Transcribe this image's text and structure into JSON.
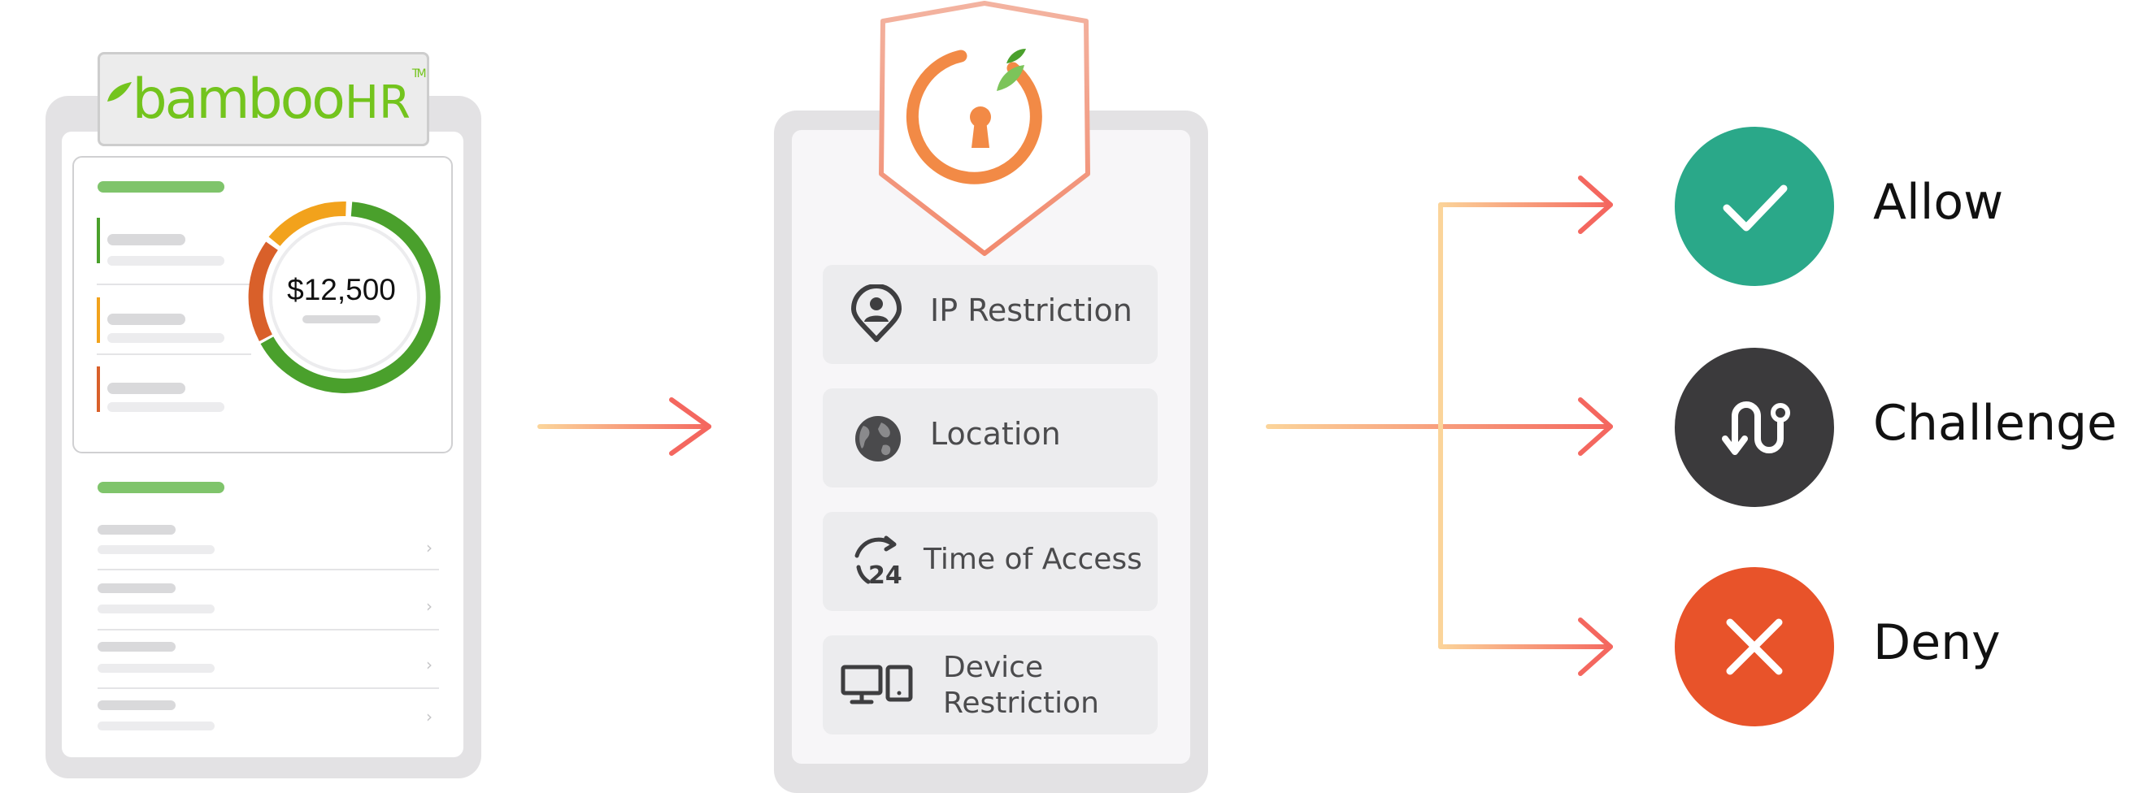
{
  "bamboohr": {
    "logo_text": "bamboo",
    "logo_hr": "HR",
    "logo_tm": "TM",
    "amount": "$12,500",
    "donut_colors": {
      "green": "#4aa02c",
      "orange": "#f2a21c",
      "red_orange": "#d9602a"
    }
  },
  "policy": {
    "rules": [
      {
        "label": "IP Restriction",
        "icon": "location-pin-user-icon"
      },
      {
        "label": "Location",
        "icon": "globe-icon"
      },
      {
        "label": "Time of Access",
        "icon": "24-hour-icon"
      },
      {
        "label_line1": "Device",
        "label_line2": "Restriction",
        "icon": "monitor-tablet-icon"
      }
    ]
  },
  "outcomes": [
    {
      "label": "Allow",
      "icon": "check-icon",
      "color": "#2aa889"
    },
    {
      "label": "Challenge",
      "icon": "route-icon",
      "color": "#3b3a3c"
    },
    {
      "label": "Deny",
      "icon": "close-icon",
      "color": "#e8532a"
    }
  ],
  "colors": {
    "arrow_start": "#fbd49a",
    "arrow_end": "#f4675f"
  }
}
